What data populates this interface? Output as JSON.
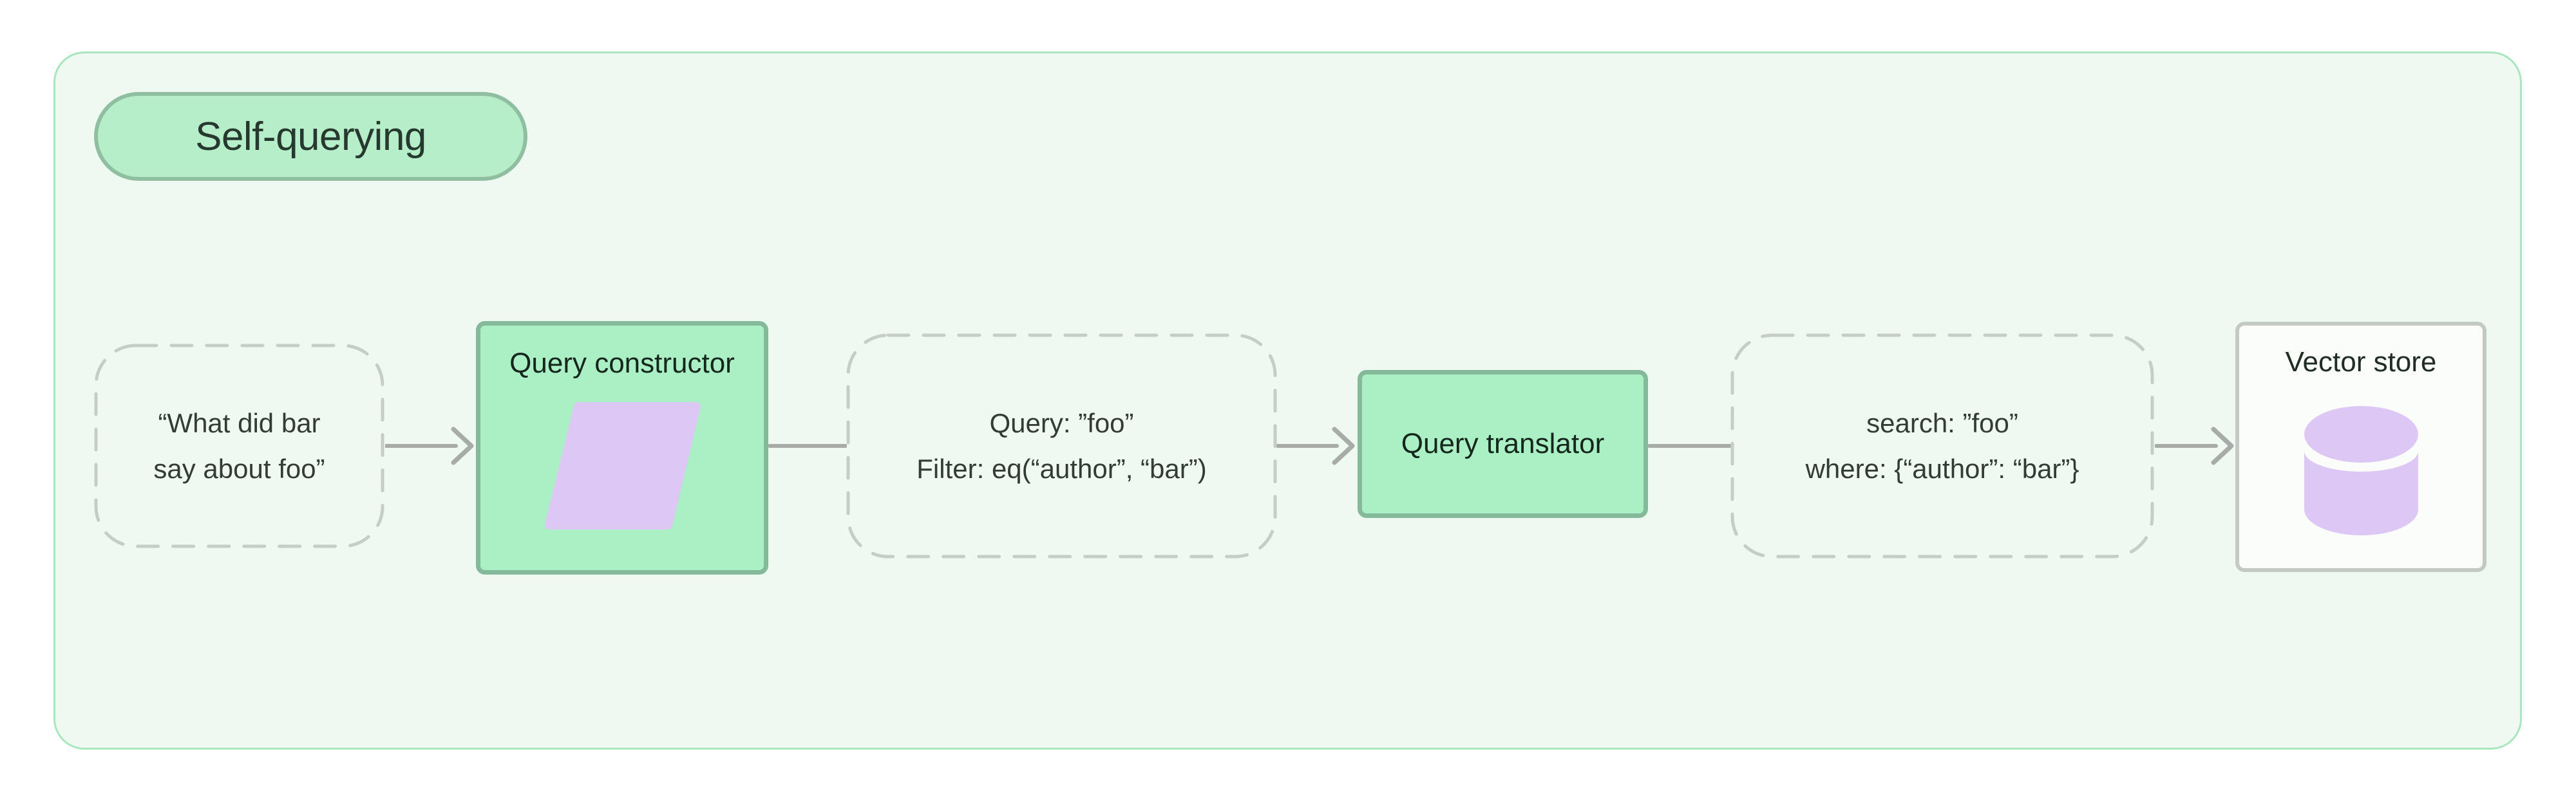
{
  "title": {
    "label": "Self-querying"
  },
  "nodes": {
    "user_query": {
      "line1": "“What did bar",
      "line2": "say about foo”"
    },
    "query_constructor": {
      "label": "Query constructor",
      "icon": "parallelogram-icon"
    },
    "structured_query": {
      "line1": "Query: ”foo”",
      "line2": "Filter: eq(“author”, “bar”)"
    },
    "query_translator": {
      "label": "Query translator"
    },
    "translated_query": {
      "line1": "search: ”foo”",
      "line2": "where: {“author”: “bar”}"
    },
    "vector_store": {
      "label": "Vector store",
      "icon": "database-icon"
    }
  },
  "colors": {
    "canvas_background": "#ffffff",
    "container_fill": "#eef9f1",
    "container_border": "#a9e6bf",
    "badge_fill": "#b6eec9",
    "badge_border": "#8fbfa0",
    "green_node_fill": "#abefc4",
    "green_node_border": "#84ba99",
    "dashed_node_border": "#c6ccc7",
    "connector_gray": "#a8aba8",
    "icon_lavender": "#ddc8f5",
    "vector_store_fill": "#fbfdfb",
    "vector_store_border": "#c4c9c5",
    "text_dark": "#333b35"
  }
}
